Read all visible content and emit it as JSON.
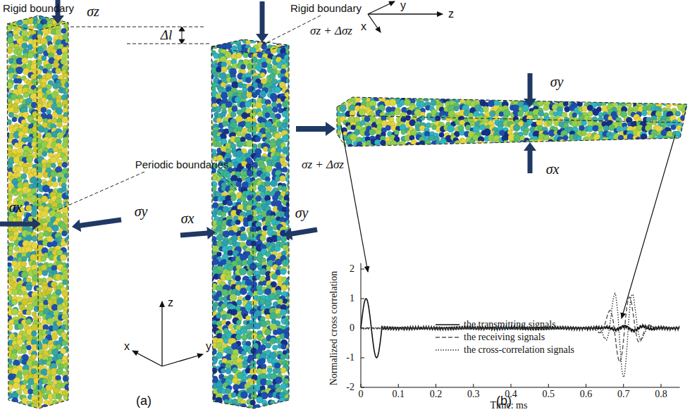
{
  "diagram": {
    "labels": [
      "Rigid boundary",
      "σz",
      "Δl",
      "Rigid boundary",
      "σz + Δσz",
      "Periodic boundaries",
      "σx",
      "σy",
      "σx",
      "σy",
      "z",
      "x",
      "y",
      "(a)",
      "y",
      "x",
      "z",
      "σy",
      "σz + Δσz",
      "σx",
      "2",
      "1",
      "0",
      "-1",
      "-2",
      "0",
      "0.1",
      "0.2",
      "0.3",
      "0.4",
      "0.5",
      "0.6",
      "0.7",
      "0.8",
      "Normalized cross correlation",
      "Time: ms",
      "(b)"
    ],
    "legend": [
      {
        "text": "the transmitting signals"
      },
      {
        "text": "the receiving signals"
      },
      {
        "text": "the cross-correlation signals"
      }
    ]
  }
}
